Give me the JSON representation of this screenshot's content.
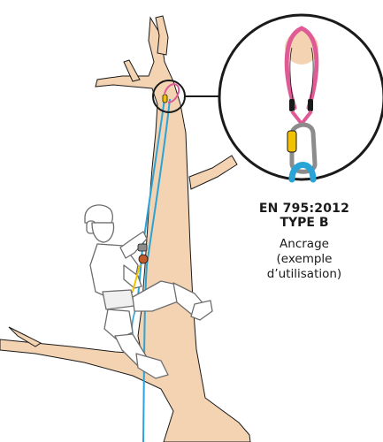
{
  "labels": {
    "standard": "EN 795:2012",
    "type": "TYPE B",
    "description_line1": "Ancrage",
    "description_line2": "(exemple",
    "description_line3": "d’utilisation)"
  },
  "colors": {
    "tree_fill": "#f4d3b3",
    "outline": "#1a1a1a",
    "sling_pink": "#e05a95",
    "rope_blue": "#2aa3d6",
    "carabiner_grey": "#8c8c8c",
    "gate_yellow": "#f2c200",
    "climber_stroke": "#6d6d6d",
    "climber_fill": "#ffffff"
  },
  "icons": {
    "detail": "magnifier-callout-circle",
    "figure": "tree-climber-illustration"
  }
}
